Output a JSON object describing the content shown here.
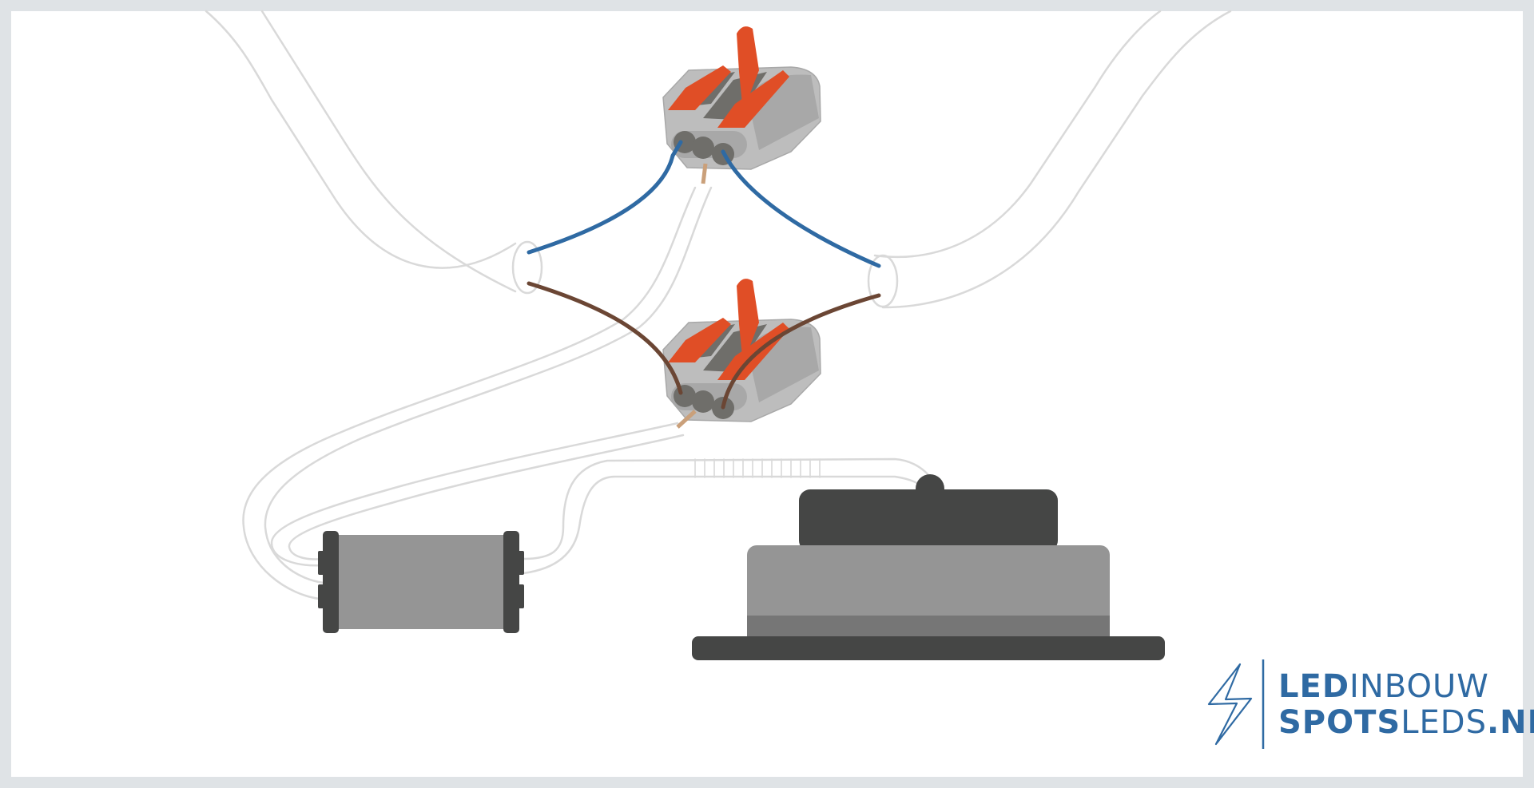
{
  "logo": {
    "line1_bold": "LED",
    "line1_light": "INBOUW",
    "line2_bold": "SPOTS",
    "line2_light": "LEDS",
    "line2_suffix": ".NL"
  },
  "colors": {
    "background": "#ffffff",
    "frame": "#dfe3e6",
    "neutral_wire": "#2f6aa3",
    "live_wire": "#6b4634",
    "connector_body": "#bdbdbd",
    "connector_lever": "#e04e26",
    "driver_body": "#959595",
    "driver_caps": "#454645",
    "spot_dark": "#454645",
    "spot_light": "#959595",
    "cable_outline": "#d9d9d9",
    "logo_blue": "#2f6aa3"
  },
  "icons": {
    "logo_mark": "lightning-bolt-icon"
  }
}
